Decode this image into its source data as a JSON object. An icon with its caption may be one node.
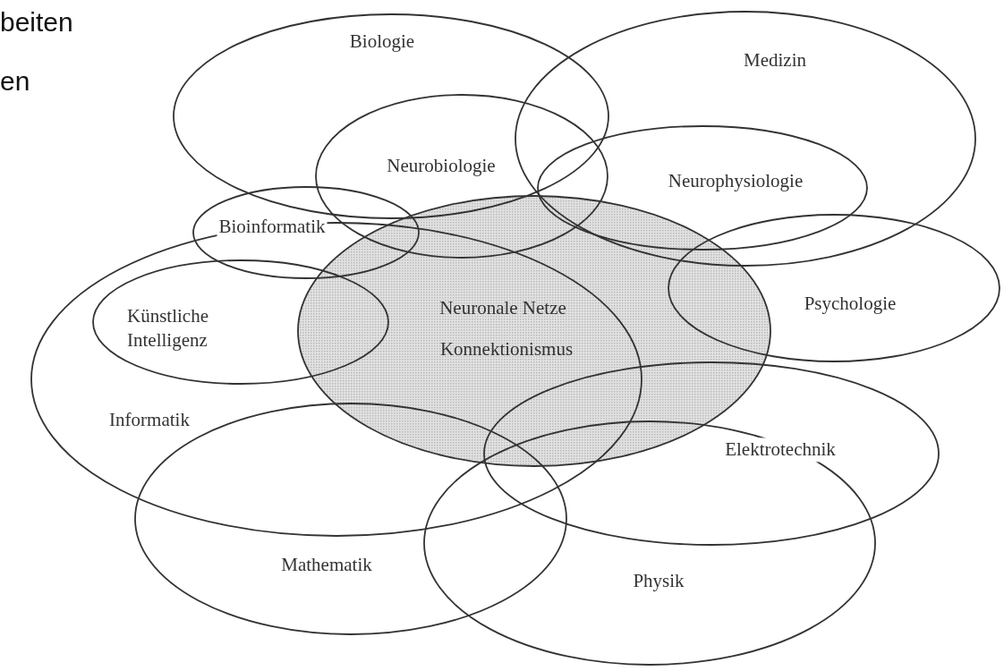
{
  "diagram": {
    "nodes": [
      {
        "text": [
          "Biologie"
        ]
      },
      {
        "text": [
          "Medizin"
        ]
      },
      {
        "text": [
          "Neurobiologie"
        ]
      },
      {
        "text": [
          "Neurophysiologie"
        ],
        "in": 1
      },
      {
        "text": [
          "Bioinformatik"
        ]
      },
      {
        "text": [
          "Psychologie"
        ]
      },
      {
        "text": [
          "Künstliche Intelligenz"
        ],
        "in": 8
      },
      {
        "text": [
          "Neuronale Netze",
          "Konnektionismus"
        ]
      },
      {
        "text": [
          "Informatik"
        ]
      },
      {
        "text": [
          "Elektrotechnik"
        ]
      },
      {
        "text": [
          "Mathematik"
        ]
      },
      {
        "text": [
          "Physik"
        ]
      }
    ],
    "labels": [
      "beiten",
      "en"
    ]
  }
}
